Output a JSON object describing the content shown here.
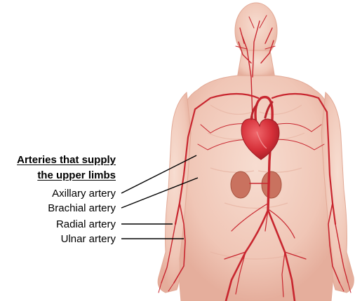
{
  "title": {
    "line1": "Arteries that supply",
    "line2": "the upper limbs"
  },
  "labels": [
    {
      "id": "axillary",
      "text": "Axillary artery"
    },
    {
      "id": "brachial",
      "text": "Brachial artery"
    },
    {
      "id": "radial",
      "text": "Radial artery"
    },
    {
      "id": "ulnar",
      "text": "Ulnar artery"
    }
  ],
  "colors": {
    "skin": "#f3cdbf",
    "skin_shade": "#e4aa98",
    "artery": "#c8262f",
    "artery_light": "#de5a5f",
    "heart": "#d9343d",
    "kidney": "#c46a5a",
    "leader_line": "#000000"
  }
}
